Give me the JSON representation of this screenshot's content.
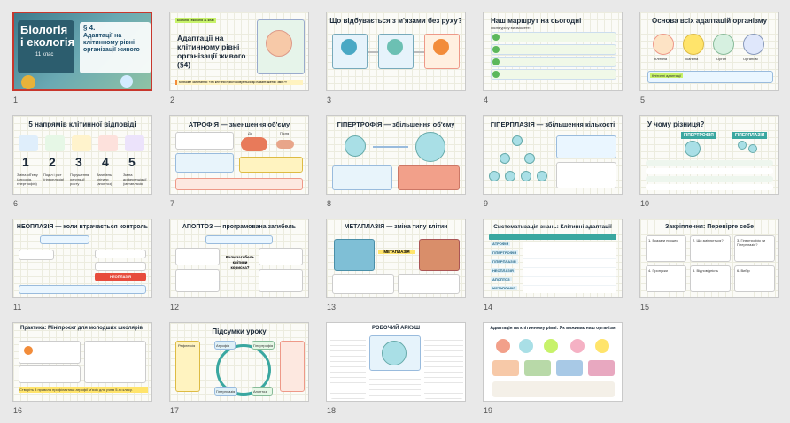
{
  "slides": [
    {
      "number": "1",
      "title_line1": "Біологія",
      "title_line2": "і екологія",
      "grade": "11 клас",
      "section": "§ 4.",
      "subtitle": "Адаптації на клітинному рівні організації живого"
    },
    {
      "number": "2",
      "tag": "Біологія і екологія 11 клас",
      "title": "Адаптації на клітинному рівні організації живого (§4)",
      "question": "Ключове запитання: «Як клітини пристосовуються до навантажень і змін?»"
    },
    {
      "number": "3",
      "title": "Що відбувається з м'язами без руху?"
    },
    {
      "number": "4",
      "title": "Наш маршрут на сьогодні",
      "subtitle": "Після уроку ви зможете:"
    },
    {
      "number": "5",
      "title": "Основа всіх адаптацій організму",
      "labels": [
        "Клітина",
        "Тканина",
        "Орган",
        "Організм"
      ],
      "caption": "Клітинні адаптації"
    },
    {
      "number": "6",
      "title": "5 напрямів клітинної відповіді",
      "digits": [
        "1",
        "2",
        "3",
        "4",
        "5"
      ],
      "items": [
        "Зміна об'єму (атрофія, гіпертрофія)",
        "Поділ і ріст (гіперплазія)",
        "Порушення регуляції росту",
        "Загибель клітини (апоптоз)",
        "Зміна диференціації (метаплазія)"
      ]
    },
    {
      "number": "7",
      "title": "АТРОФІЯ — зменшення об'єму",
      "labels": [
        "До",
        "Після"
      ]
    },
    {
      "number": "8",
      "title": "ГІПЕРТРОФІЯ — збільшення об'єму"
    },
    {
      "number": "9",
      "title": "ГІПЕРПЛАЗІЯ — збільшення кількості"
    },
    {
      "number": "10",
      "title": "У чому різниця?",
      "col1": "ГІПЕРТРОФІЯ",
      "col2": "ГІПЕРПЛАЗІЯ"
    },
    {
      "number": "11",
      "title": "НЕОПЛАЗІЯ — коли втрачається контроль",
      "alert": "НЕОПЛАЗІЯ"
    },
    {
      "number": "12",
      "title": "АПОПТОЗ — програмована загибель",
      "center": "Коли загибель клітини корисна?"
    },
    {
      "number": "13",
      "title": "МЕТАПЛАЗІЯ — зміна типу клітин",
      "center": "МЕТАПЛАЗІЯ"
    },
    {
      "number": "14",
      "title": "Систематизація знань: Клітинні адаптації",
      "rows": [
        "АТРОФІЯ",
        "ГІПЕРТРОФІЯ",
        "ГІПЕРПЛАЗІЯ",
        "НЕОПЛАЗІЯ",
        "АПОПТОЗ",
        "МЕТАПЛАЗІЯ"
      ]
    },
    {
      "number": "15",
      "title": "Закріплення: Перевірте себе",
      "questions": [
        "1. Вказати процес",
        "2. Що змінюється?",
        "3. Гіпертрофія чи Гіперплазія?",
        "4. Пропуски",
        "5. Відповідність",
        "6. Вибір"
      ]
    },
    {
      "number": "16",
      "title": "Практика: Мініпроєкт для молодших школярів",
      "footer": "Створіть 3 правила профілактики атрофії м'язів для учнів 5-го класу."
    },
    {
      "number": "17",
      "title": "Підсумки уроку",
      "labels": [
        "Рефлексія",
        "Атрофія",
        "Гіпертрофія",
        "Гіперплазія",
        "Апоптоз"
      ]
    },
    {
      "number": "18",
      "title": "РОБОЧИЙ АРКУШ"
    },
    {
      "number": "19",
      "title": "Адаптація на клітинному рівні: Як виживає наш організм"
    }
  ],
  "colors": {
    "accent": "#c8372d",
    "teal": "#3aa7a0",
    "lime": "#c7f26a",
    "yellow": "#ffe46b",
    "orange": "#f28c3a",
    "navy": "#1d2b3a"
  }
}
